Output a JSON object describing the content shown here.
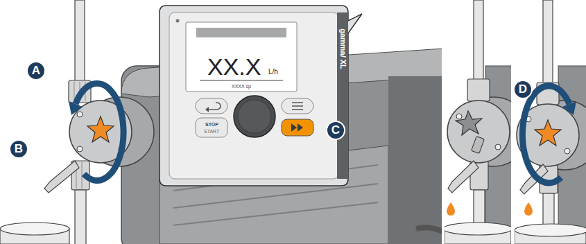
{
  "diagram": {
    "labels": [
      "XX.X",
      "L/h",
      "XXXX cp",
      "gamma/ XL",
      "STOP",
      "START",
      "A",
      "C",
      "B",
      "D"
    ]
  }
}
